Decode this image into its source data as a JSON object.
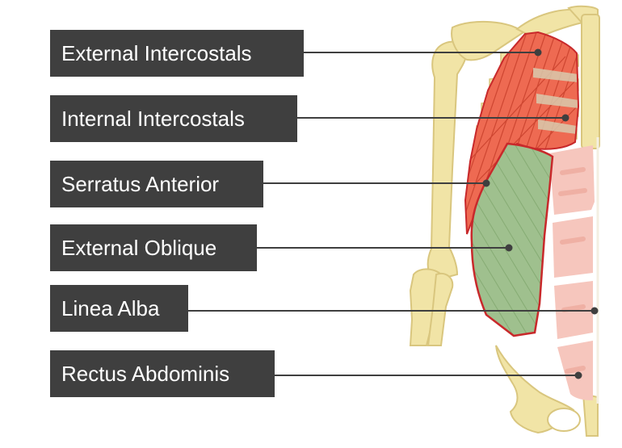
{
  "labels": [
    "External Intercostals",
    "Internal Intercostals",
    "Serratus Anterior",
    "External Oblique",
    "Linea Alba",
    "Rectus Abdominis"
  ],
  "colors": {
    "label_background": "#3f3f3f",
    "label_text": "#ffffff",
    "leader_line": "#3f3f3f",
    "bone": "#f1e4a6",
    "bone_outline": "#d9c67e",
    "rib_cartilage": "#d8c9ad",
    "muscle_red": "#ee6a52",
    "muscle_fiber": "#c8402c",
    "oblique_green": "#9fc08e",
    "oblique_outline": "#c8292b",
    "rectus_pink": "#f6c6bd"
  }
}
